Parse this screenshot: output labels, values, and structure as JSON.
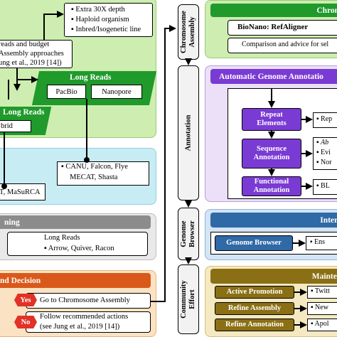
{
  "left": {
    "depth_items": [
      "Extra 30X depth",
      "Haploid organism",
      "Inbred/Isogenetic line"
    ],
    "reads_budget": [
      "reads and budget",
      "Assembly approaches",
      "ung et al., 2019 [14])"
    ],
    "long_reads_header": "Long Reads",
    "pacbio": "PacBio",
    "nanopore": "Nanopore",
    "hybrid_header": "Long Reads",
    "hybrid_label": "brid",
    "assemblers_line1": "CANU, Falcon, Flye",
    "assemblers_line2": "MECAT, Shasta",
    "masurca": "T, MaSuRCA",
    "polishing_header": "ning",
    "polish_title": "Long Reads",
    "polish_tools": "Arrow, Quiver, Racon",
    "decision_header": "nd Decision",
    "yes": "Yes",
    "no": "No",
    "go_chrom": "Go to Chromosome Assembly",
    "follow_line1": "Follow recommended actions",
    "follow_line2": "(see Jung et al., 2019 [14])"
  },
  "stages": {
    "chromosome": "Chromosome Assembly",
    "annotation": "Annotation",
    "browser": "Genome Browser",
    "community": "Community Effort"
  },
  "right": {
    "chrom_header": "Chromo",
    "bionano": "BioNano: RefAligner",
    "comparison": "Comparison and advice for sel",
    "anno_header": "Automatic Genome Annotatio",
    "repeat": "Repeat Elements",
    "sequence": "Sequence Annotation",
    "functional": "Functional Annotation",
    "repeat_out": "Rep",
    "seq_out": [
      "Ab",
      "Evi",
      "Nor"
    ],
    "func_out": "BL",
    "interact_header": "Interac",
    "genome_browser": "Genome Browser",
    "browser_out": "Ens",
    "maint_header": "Maintena",
    "active": "Active Promotion",
    "refine_assembly": "Refine Assembly",
    "refine_annotation": "Refine Annotation",
    "twitter": "Twitt",
    "new": "New",
    "apol": "Apol"
  },
  "colors": {
    "green_panel": "#cdeeb0",
    "green_head": "#1f9a2b",
    "cyan_panel": "#c8ecf4",
    "grey_panel": "#e9e9e9",
    "grey_head": "#8c8c8c",
    "orange_panel": "#fbe2c2",
    "orange_head": "#d9591b",
    "red_pill": "#e23227",
    "purple_panel": "#ebe0f7",
    "purple_head": "#7a3ad4",
    "blue_panel": "#d4e4f4",
    "blue_head": "#2f69a6",
    "brown_panel": "#f5e9c2",
    "brown_head": "#8a6f14"
  }
}
